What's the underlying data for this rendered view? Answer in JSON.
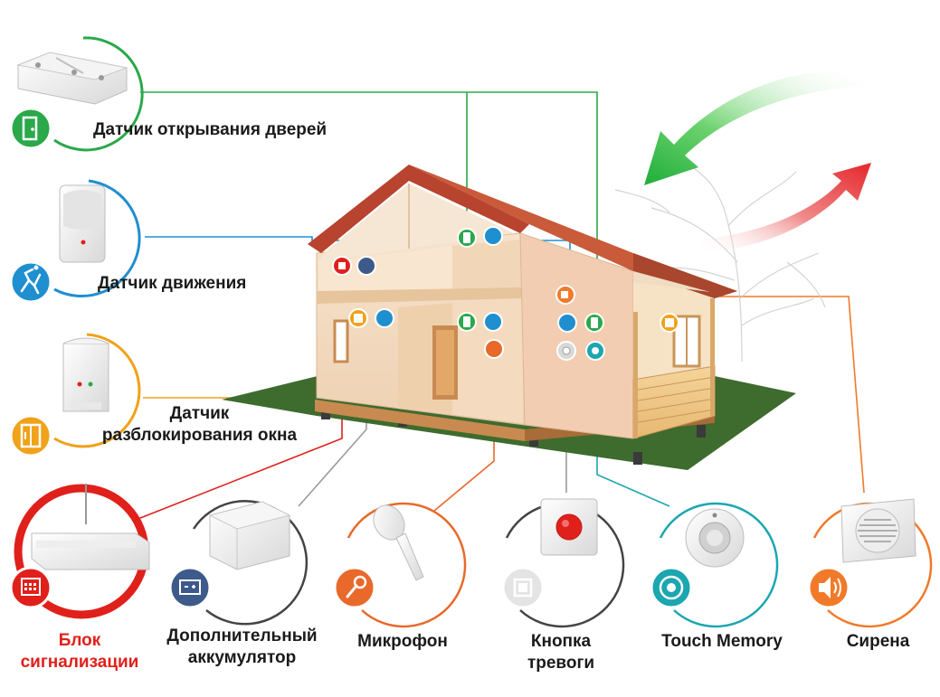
{
  "sensors": {
    "door": {
      "label": "Датчик открывания дверей",
      "color": "#2aa84a",
      "icon": "door-icon"
    },
    "motion": {
      "label": "Датчик движения",
      "color": "#1f8fd0",
      "icon": "running-man-icon"
    },
    "window": {
      "label_line1": "Датчик",
      "label_line2": "разблокирования окна",
      "color": "#f0a21a",
      "icon": "window-icon"
    }
  },
  "devices": {
    "control_unit": {
      "label_line1": "Блок",
      "label_line2": "сигнализации",
      "color": "#e0201b",
      "label_color": "#e0201b",
      "icon": "control-panel-icon"
    },
    "battery": {
      "label_line1": "Дополнительный",
      "label_line2": "аккумулятор",
      "color": "#3d5a8a",
      "icon": "battery-icon"
    },
    "microphone": {
      "label": "Микрофон",
      "color": "#e8692a",
      "icon": "microphone-icon"
    },
    "alarm_button": {
      "label_line1": "Кнопка",
      "label_line2": "тревоги",
      "color": "#9a9a9a",
      "icon": "button-icon"
    },
    "touch_memory": {
      "label": "Touch Memory",
      "color": "#1ca6b0",
      "icon": "touch-memory-icon"
    },
    "siren": {
      "label": "Сирена",
      "color": "#f07a2a",
      "icon": "siren-icon"
    }
  },
  "colors": {
    "roof": "#c95a3a",
    "wall": "#f3dcc4",
    "grass": "#3e6b2e",
    "arrow_in": "#1fae3a",
    "arrow_out": "#e5262a"
  }
}
